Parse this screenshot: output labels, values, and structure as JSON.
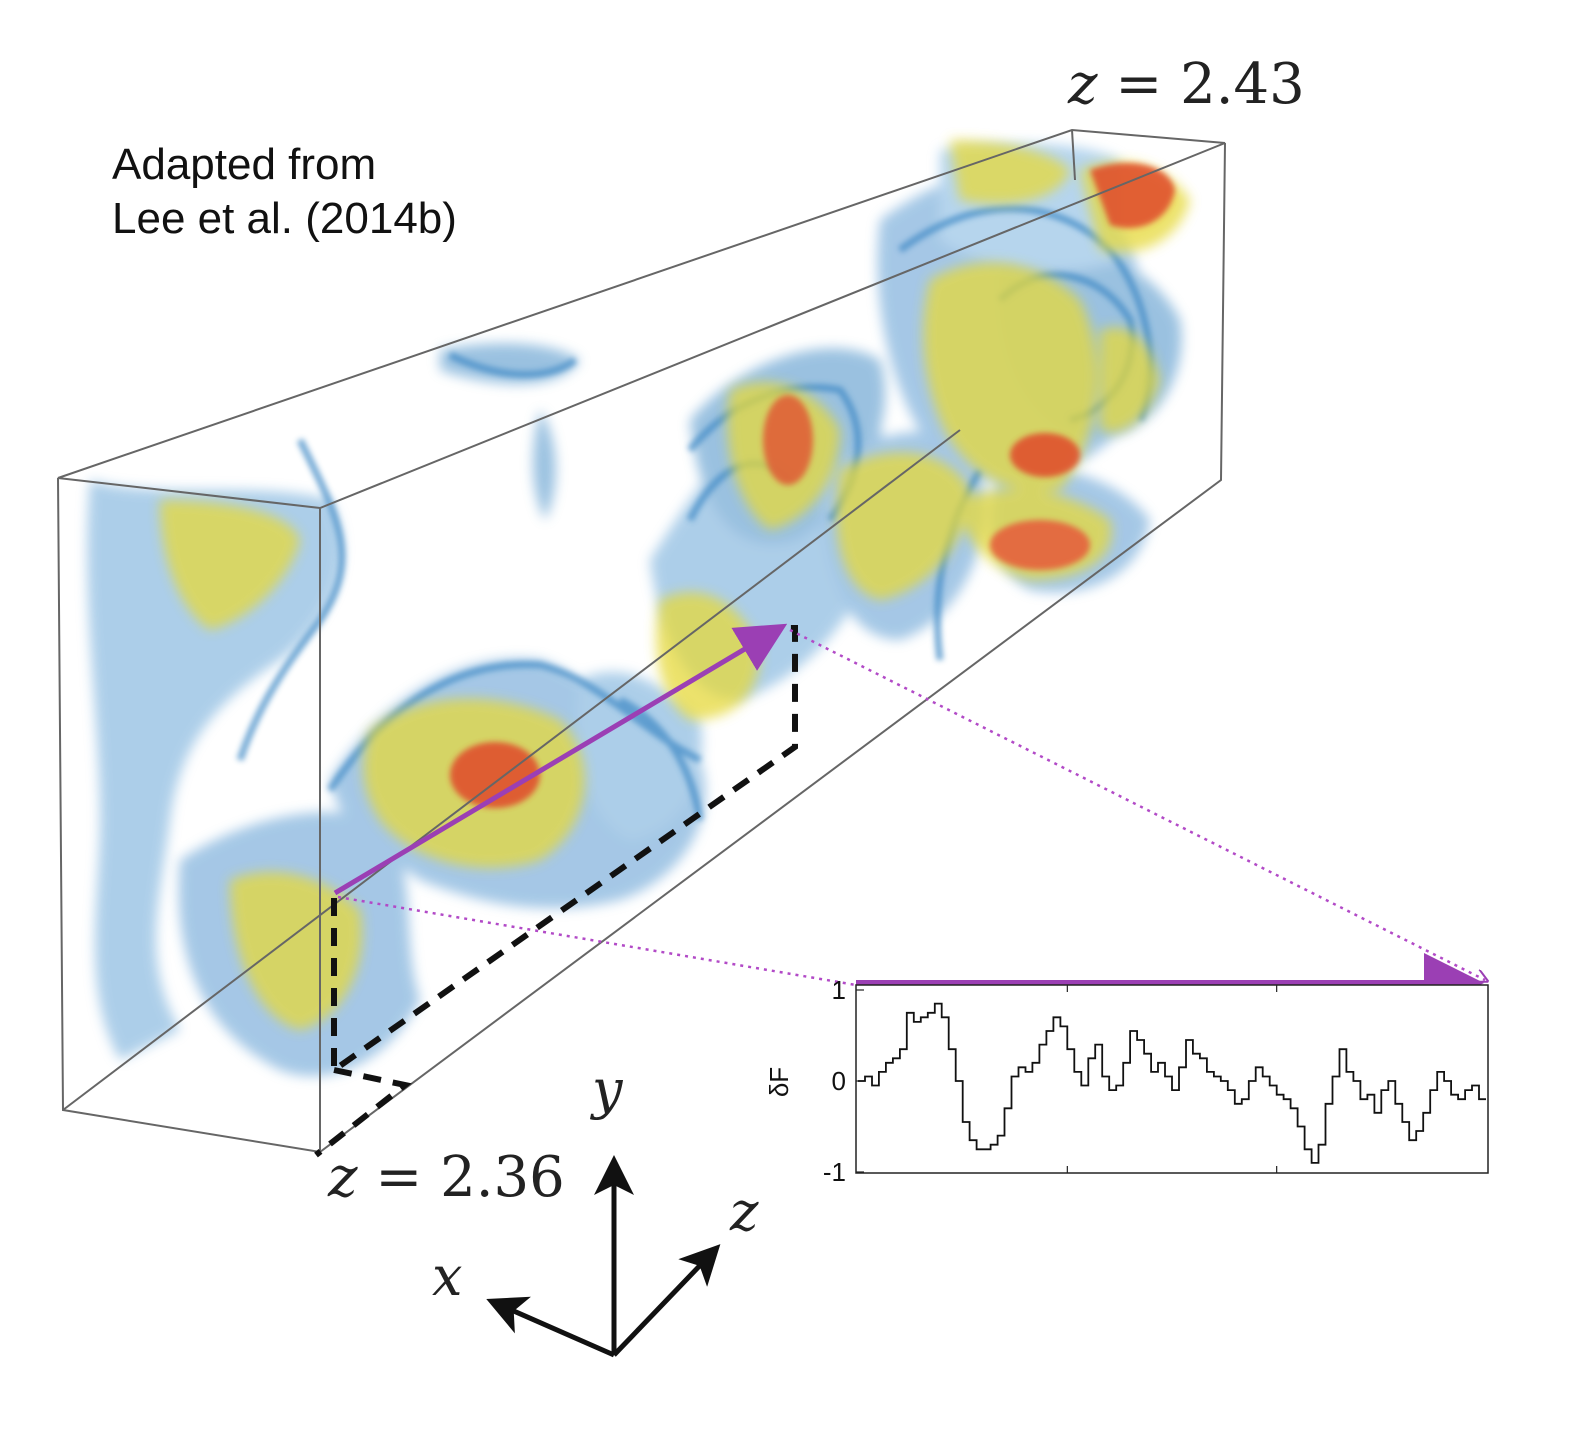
{
  "caption": {
    "line1": "Adapted from",
    "line2": "Lee et al. (2014b)"
  },
  "labels": {
    "z_far": "2.43",
    "z_near": "2.36",
    "z_var": "z",
    "equals": "="
  },
  "axes": {
    "x": "x",
    "y": "y",
    "z": "z"
  },
  "colors": {
    "arrow": "#9b3fb4",
    "blob_blue": "#4a90c8",
    "blob_yellow": "#e6d93a",
    "blob_red": "#e04a2a",
    "box": "#666666",
    "dashed": "#111111"
  },
  "chart_data": {
    "type": "line",
    "step": true,
    "ylabel": "δF",
    "yticks": [
      1,
      0,
      -1
    ],
    "ylim": [
      -1,
      1
    ],
    "x": [
      0,
      1,
      2,
      3,
      4,
      5,
      6,
      7,
      8,
      9,
      10,
      11,
      12,
      13,
      14,
      15,
      16,
      17,
      18,
      19,
      20,
      21,
      22,
      23,
      24,
      25,
      26,
      27,
      28,
      29,
      30,
      31,
      32,
      33,
      34,
      35,
      36,
      37,
      38,
      39,
      40,
      41,
      42,
      43,
      44,
      45,
      46,
      47,
      48,
      49,
      50,
      51,
      52,
      53,
      54,
      55,
      56,
      57,
      58,
      59,
      60,
      61,
      62,
      63,
      64,
      65,
      66,
      67,
      68,
      69,
      70,
      71,
      72,
      73,
      74,
      75,
      76,
      77,
      78,
      79,
      80,
      81,
      82,
      83,
      84,
      85,
      86,
      87,
      88,
      89
    ],
    "values": [
      0.0,
      0.05,
      -0.05,
      0.1,
      0.2,
      0.25,
      0.35,
      0.75,
      0.65,
      0.7,
      0.75,
      0.85,
      0.7,
      0.35,
      0.0,
      -0.45,
      -0.65,
      -0.75,
      -0.75,
      -0.7,
      -0.6,
      -0.3,
      0.05,
      0.15,
      0.1,
      0.2,
      0.4,
      0.55,
      0.7,
      0.6,
      0.35,
      0.1,
      -0.05,
      0.25,
      0.4,
      0.05,
      -0.1,
      -0.05,
      0.2,
      0.55,
      0.45,
      0.3,
      0.1,
      0.2,
      0.05,
      -0.1,
      0.15,
      0.45,
      0.3,
      0.25,
      0.1,
      0.05,
      0.0,
      -0.1,
      -0.25,
      -0.2,
      0.0,
      0.15,
      0.05,
      -0.05,
      -0.15,
      -0.2,
      -0.3,
      -0.5,
      -0.75,
      -0.9,
      -0.7,
      -0.25,
      0.05,
      0.35,
      0.1,
      0.0,
      -0.2,
      -0.15,
      -0.35,
      -0.1,
      0.0,
      -0.25,
      -0.45,
      -0.65,
      -0.55,
      -0.35,
      -0.1,
      0.1,
      0.0,
      -0.15,
      -0.2,
      -0.1,
      -0.05,
      -0.2
    ]
  }
}
